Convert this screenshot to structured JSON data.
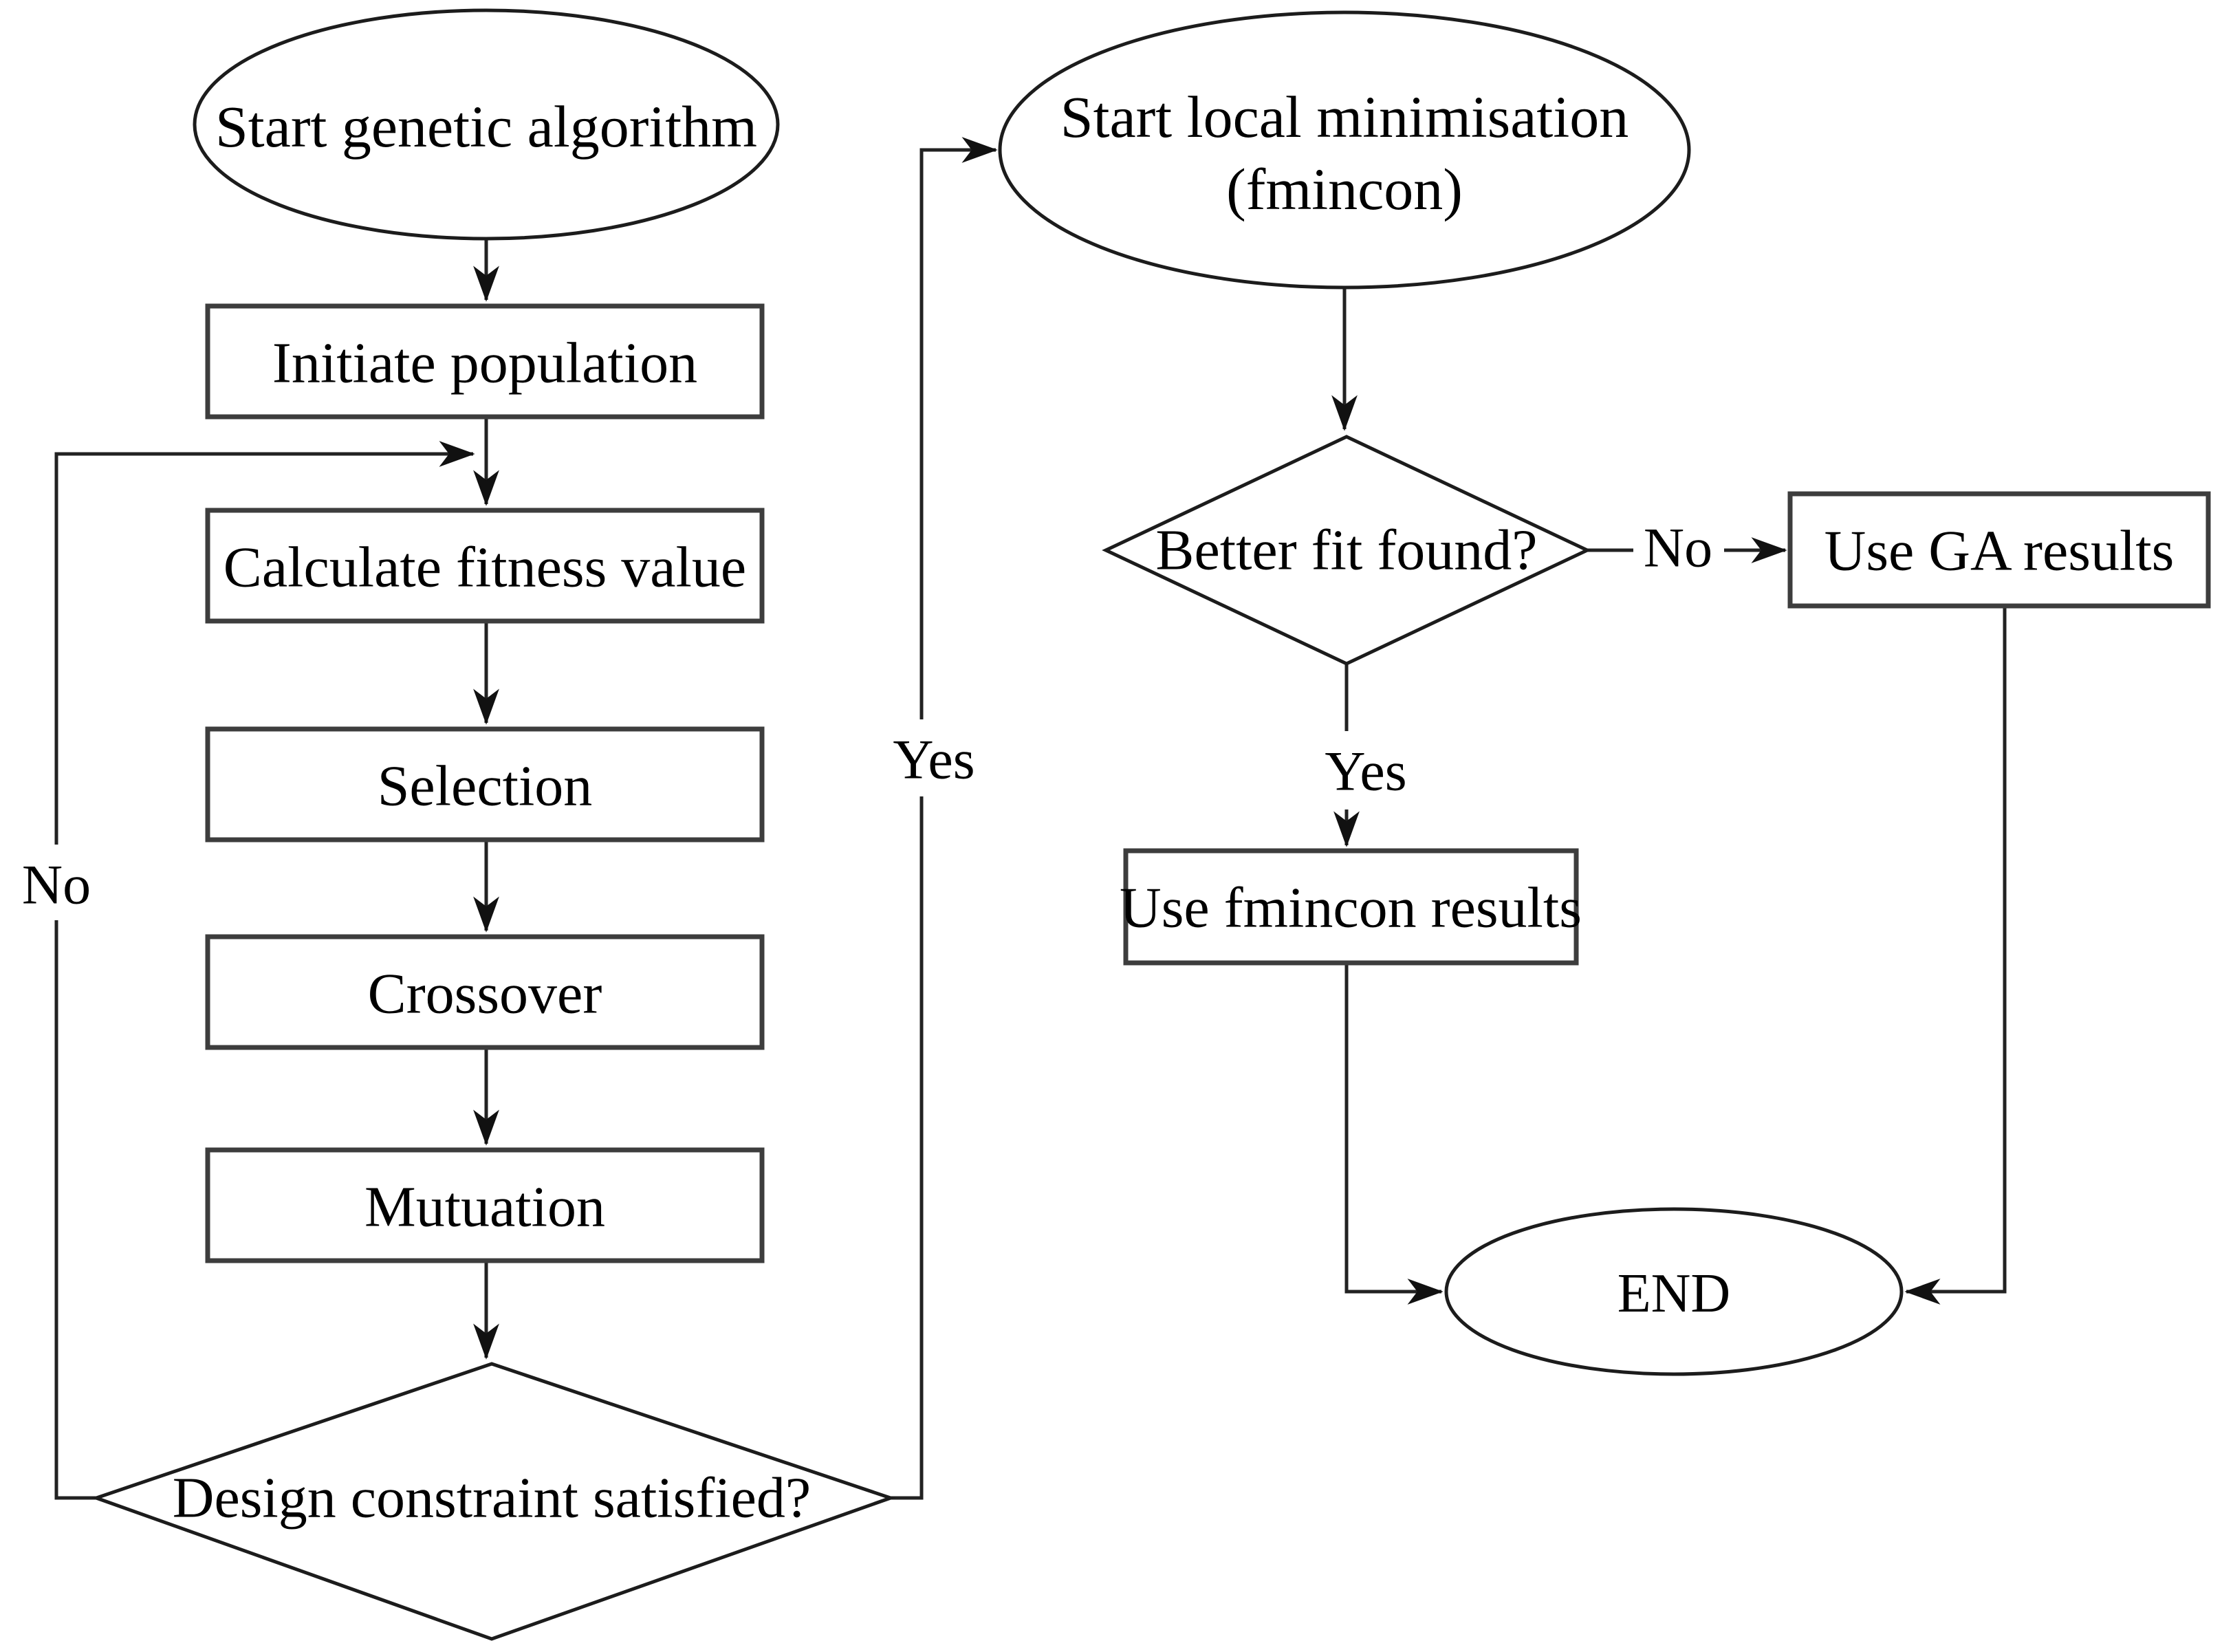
{
  "diagram": {
    "nodes": {
      "start_ga": {
        "type": "terminator",
        "label": "Start genetic algorithm"
      },
      "initiate_population": {
        "type": "process",
        "label": "Initiate population"
      },
      "calculate_fitness": {
        "type": "process",
        "label": "Calculate fitness value"
      },
      "selection": {
        "type": "process",
        "label": "Selection"
      },
      "crossover": {
        "type": "process",
        "label": "Crossover"
      },
      "mutation": {
        "type": "process",
        "label": "Mutuation"
      },
      "design_constraint": {
        "type": "decision",
        "label": "Design constraint satisfied?"
      },
      "start_local_minimisation": {
        "type": "terminator",
        "label_line1": "Start local minimisation",
        "label_line2": "(fmincon)"
      },
      "better_fit": {
        "type": "decision",
        "label": "Better fit found?"
      },
      "use_ga_results": {
        "type": "process",
        "label": "Use GA results"
      },
      "use_fmincon_results": {
        "type": "process",
        "label": "Use fmincon results"
      },
      "end": {
        "type": "terminator",
        "label": "END"
      }
    },
    "edge_labels": {
      "design_constraint_no": "No",
      "design_constraint_yes": "Yes",
      "better_fit_no": "No",
      "better_fit_yes": "Yes"
    },
    "colors": {
      "stroke": "#1c1c1c",
      "shape_fill": "#ffffff",
      "text": "#000000",
      "background": "#ffffff"
    }
  }
}
